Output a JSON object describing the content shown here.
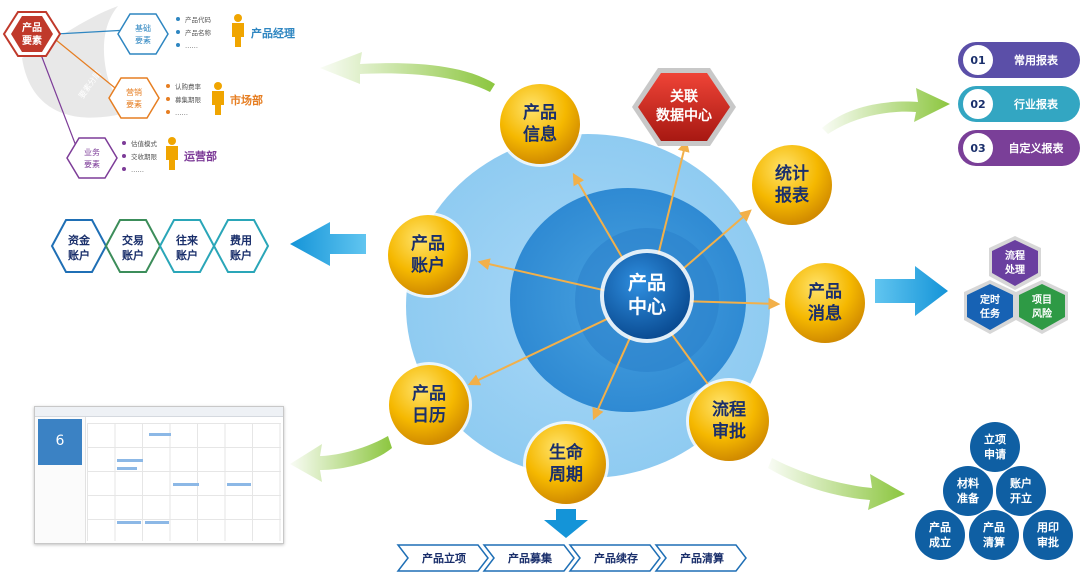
{
  "center": {
    "line1": "产品",
    "line2": "中心"
  },
  "related_hub": {
    "line1": "关联",
    "line2": "数据中心"
  },
  "nodes": [
    {
      "id": "info",
      "line1": "产品",
      "line2": "信息"
    },
    {
      "id": "report",
      "line1": "统计",
      "line2": "报表"
    },
    {
      "id": "message",
      "line1": "产品",
      "line2": "消息"
    },
    {
      "id": "approval",
      "line1": "流程",
      "line2": "审批"
    },
    {
      "id": "lifecycle",
      "line1": "生命",
      "line2": "周期"
    },
    {
      "id": "calendar",
      "line1": "产品",
      "line2": "日历"
    },
    {
      "id": "account",
      "line1": "产品",
      "line2": "账户"
    }
  ],
  "elements": {
    "main": {
      "line1": "产品",
      "line2": "要素"
    },
    "groups": [
      {
        "line1": "基础",
        "line2": "要素",
        "items": [
          "产品代码",
          "产品名称",
          "……"
        ],
        "role": "产品经理",
        "color": "#2e86c1"
      },
      {
        "line1": "营销",
        "line2": "要素",
        "items": [
          "认购费率",
          "募集期限",
          "……"
        ],
        "role": "市场部",
        "color": "#e67e22"
      },
      {
        "line1": "业务",
        "line2": "要素",
        "items": [
          "估值模式",
          "交收期限",
          "……"
        ],
        "role": "运营部",
        "color": "#7d3c98"
      }
    ],
    "arc_text": "要素分层"
  },
  "accounts": [
    "资金|账户",
    "交易|账户",
    "往来|账户",
    "费用|账户"
  ],
  "reports": [
    {
      "num": "01",
      "label": "常用报表"
    },
    {
      "num": "02",
      "label": "行业报表"
    },
    {
      "num": "03",
      "label": "自定义报表"
    }
  ],
  "message_items": [
    "流程|处理",
    "定时|任务",
    "项目|风险"
  ],
  "approval_items": [
    "立项|申请",
    "材料|准备",
    "账户|开立",
    "产品|成立",
    "产品|清算",
    "用印|审批"
  ],
  "lifecycle_steps": [
    "产品立项",
    "产品募集",
    "产品续存",
    "产品清算"
  ],
  "calendar_thumb": {
    "day": "6"
  },
  "colors": {
    "gold": "#f5b800",
    "blue_dark": "#0e5aa7",
    "red": "#d0201a",
    "green_arrow": "#8cc63f",
    "cyan_arrow": "#1ea7e1",
    "navy": "#1a2f6b"
  }
}
